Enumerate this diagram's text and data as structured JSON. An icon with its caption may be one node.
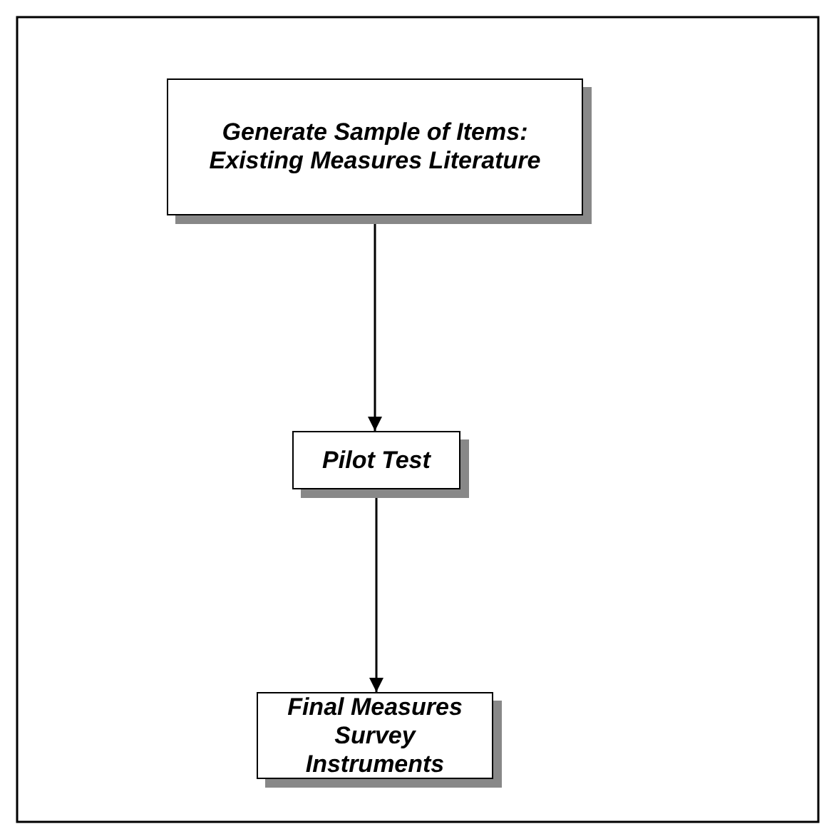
{
  "diagram": {
    "nodes": [
      {
        "text": [
          "Generate Sample of Items: Existing Measures Literature"
        ]
      },
      {
        "text": [
          "Pilot Test"
        ]
      },
      {
        "text": [
          "Final Measures Survey Instruments"
        ]
      }
    ],
    "edges": [
      {
        "from": 0,
        "to": 1,
        "arrow": "to"
      },
      {
        "from": 1,
        "to": 2,
        "arrow": "to"
      }
    ]
  }
}
